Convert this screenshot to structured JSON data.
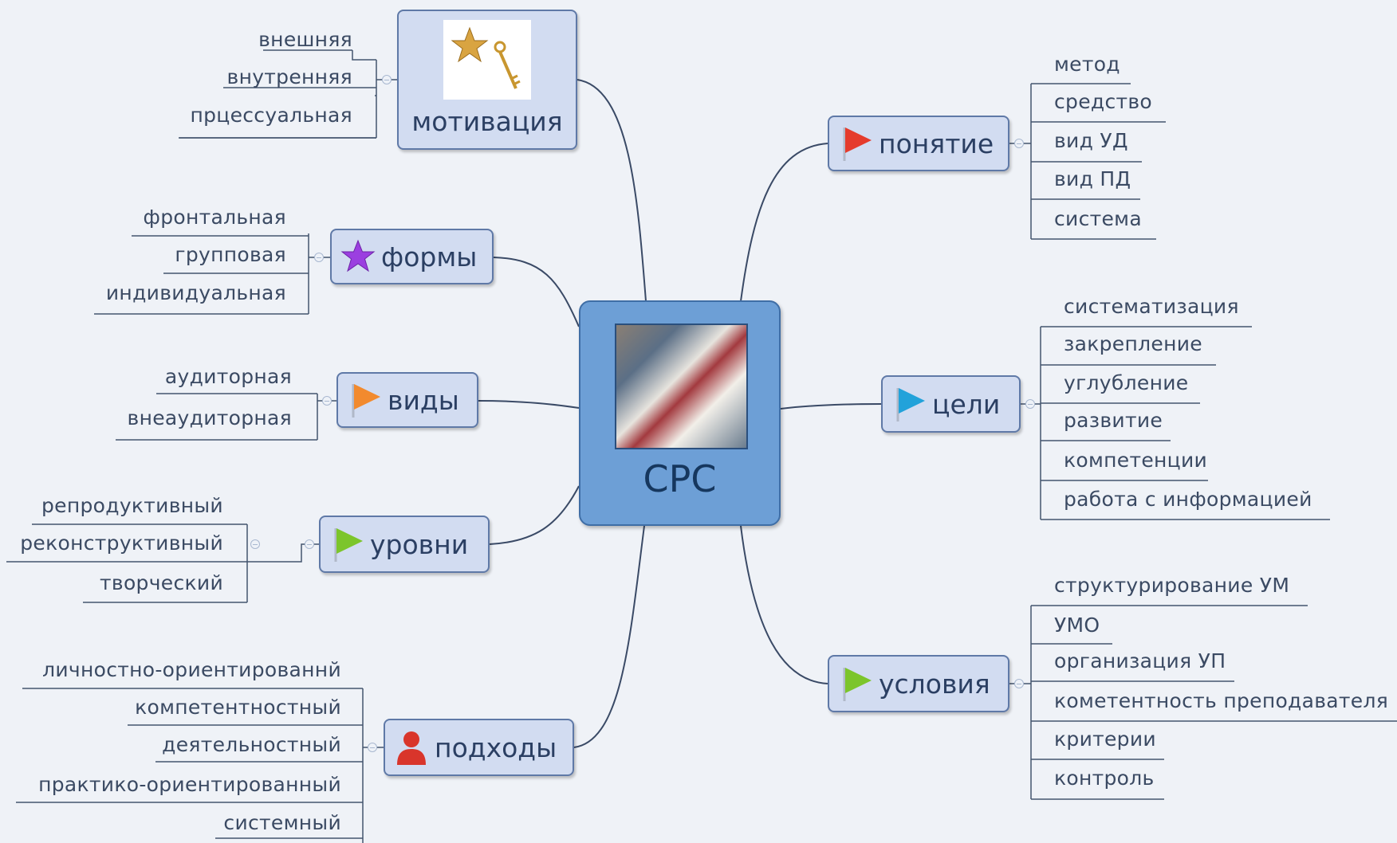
{
  "central": {
    "label": "СРС"
  },
  "branches": {
    "motivation": {
      "label": "мотивация",
      "icon": "trophy-key-image",
      "leaves": [
        "внешняя",
        "внутренняя",
        "прцессуальная"
      ]
    },
    "forms": {
      "label": "формы",
      "icon": "purple-star-icon",
      "leaves": [
        "фронтальная",
        "групповая",
        "индивидуальная"
      ]
    },
    "kinds": {
      "label": "виды",
      "icon": "orange-flag-icon",
      "leaves": [
        "аудиторная",
        "внеаудиторная"
      ]
    },
    "levels": {
      "label": "уровни",
      "icon": "green-flag-icon",
      "leaves": [
        "репродуктивный",
        "реконструктивный",
        "творческий"
      ]
    },
    "approaches": {
      "label": "подходы",
      "icon": "person-icon",
      "leaves": [
        "личностно-ориентированнй",
        "компетентностный",
        "деятельностный",
        "практико-ориентированный",
        "системный"
      ]
    },
    "concept": {
      "label": "понятие",
      "icon": "red-flag-icon",
      "leaves": [
        "метод",
        "средство",
        "вид УД",
        "вид ПД",
        "система"
      ]
    },
    "goals": {
      "label": "цели",
      "icon": "blue-flag-icon",
      "leaves": [
        "систематизация",
        "закрепление",
        "углубление",
        "развитие",
        "компетенции",
        "работа с информацией"
      ]
    },
    "conditions": {
      "label": "условия",
      "icon": "green-flag-icon",
      "leaves": [
        "структурирование УМ",
        "УМО",
        "организация УП",
        "кометентность преподавателя",
        "критерии",
        "контроль"
      ]
    }
  },
  "colors": {
    "central_fill": "#6d9fd6",
    "branch_fill": "#d2dcf1",
    "connector": "#3a4a66",
    "flag_red": "#e53b2c",
    "flag_orange": "#f28a2e",
    "flag_green": "#7cc52b",
    "flag_blue": "#22a2da",
    "star_purple": "#9b3fe0",
    "person_red": "#d9352b"
  }
}
